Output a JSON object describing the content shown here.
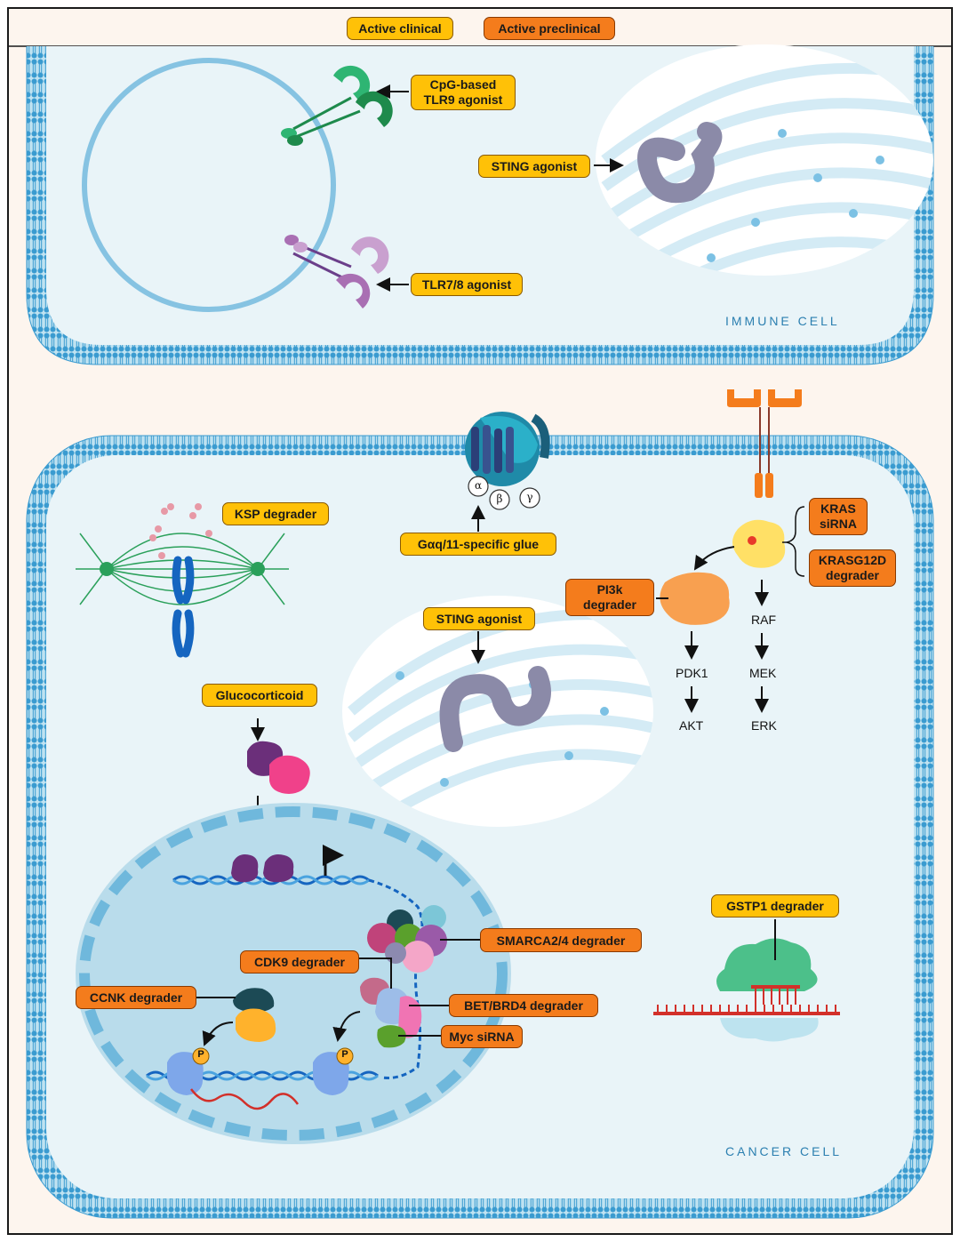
{
  "legend": {
    "clinical": "Active clinical",
    "preclinical": "Active preclinical"
  },
  "immune_cell": {
    "title": "IMMUNE CELL",
    "labels": {
      "tlr9": "CpG-based\nTLR9 agonist",
      "sting": "STING agonist",
      "tlr78": "TLR7/8 agonist"
    }
  },
  "cancer_cell": {
    "title": "CANCER CELL",
    "labels": {
      "ksp": "KSP degrader",
      "gaq": "Gαq/11-specific glue",
      "kras_sirna": "KRAS\nsiRNA",
      "kras_g12d": "KRASG12D\ndegrader",
      "pi3k": "PI3k\ndegrader",
      "sting": "STING agonist",
      "glucocorticoid": "Glucocorticoid",
      "gstp1": "GSTP1 degrader",
      "smarca": "SMARCA2/4 degrader",
      "cdk9": "CDK9 degrader",
      "ccnk": "CCNK degrader",
      "bet": "BET/BRD4 degrader",
      "myc": "Myc siRNA"
    },
    "pathway": {
      "raf": "RAF",
      "mek": "MEK",
      "erk": "ERK",
      "pdk1": "PDK1",
      "akt": "AKT"
    },
    "subunits": {
      "alpha": "α",
      "beta": "β",
      "gamma": "γ"
    },
    "phospho": "P"
  },
  "colors": {
    "clinical": "#ffc107",
    "preclinical": "#f47c1c",
    "membrane": "#3a9bd0",
    "cytoplasm": "#e9f4f8"
  }
}
